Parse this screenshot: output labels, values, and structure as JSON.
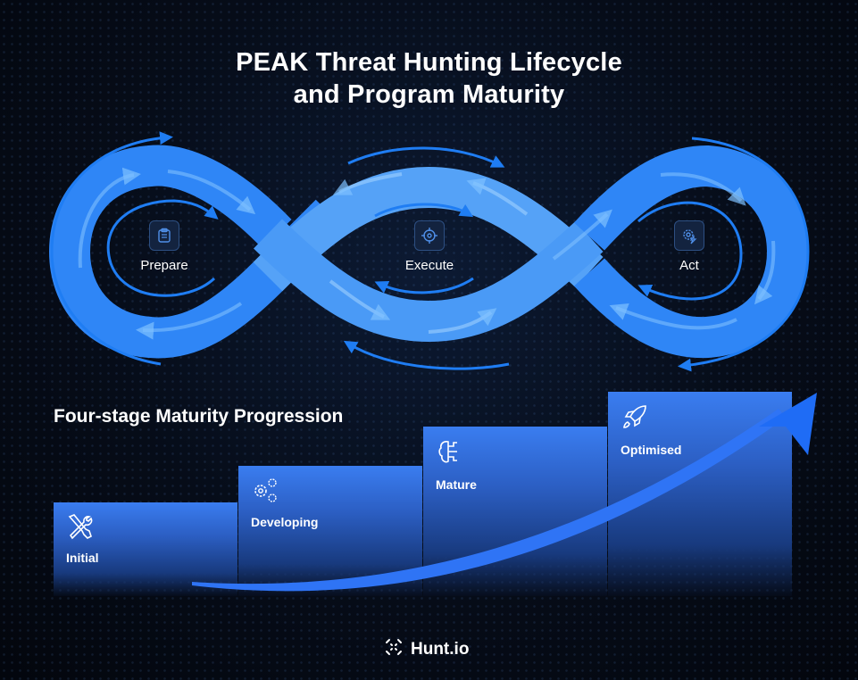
{
  "title": {
    "line1": "PEAK Threat Hunting Lifecycle",
    "line2": "and Program Maturity"
  },
  "lifecycle": {
    "nodes": [
      {
        "label": "Prepare",
        "icon": "clipboard-icon"
      },
      {
        "label": "Execute",
        "icon": "crosshair-icon"
      },
      {
        "label": "Act",
        "icon": "gear-bolt-icon"
      }
    ],
    "colors": {
      "band": "#2f86f6",
      "band_light": "#5aaaf8",
      "arrow": "#1f7df3"
    }
  },
  "maturity": {
    "heading": "Four-stage Maturity Progression",
    "stages": [
      {
        "label": "Initial",
        "icon": "tools-icon"
      },
      {
        "label": "Developing",
        "icon": "gears-icon"
      },
      {
        "label": "Mature",
        "icon": "brain-circuit-icon"
      },
      {
        "label": "Optimised",
        "icon": "rocket-icon"
      }
    ],
    "colors": {
      "stage_top": "#3a7df0",
      "arrow": "#2f74f5"
    }
  },
  "footer": {
    "brand": "Hunt.io",
    "icon": "hunt-logo-icon"
  }
}
